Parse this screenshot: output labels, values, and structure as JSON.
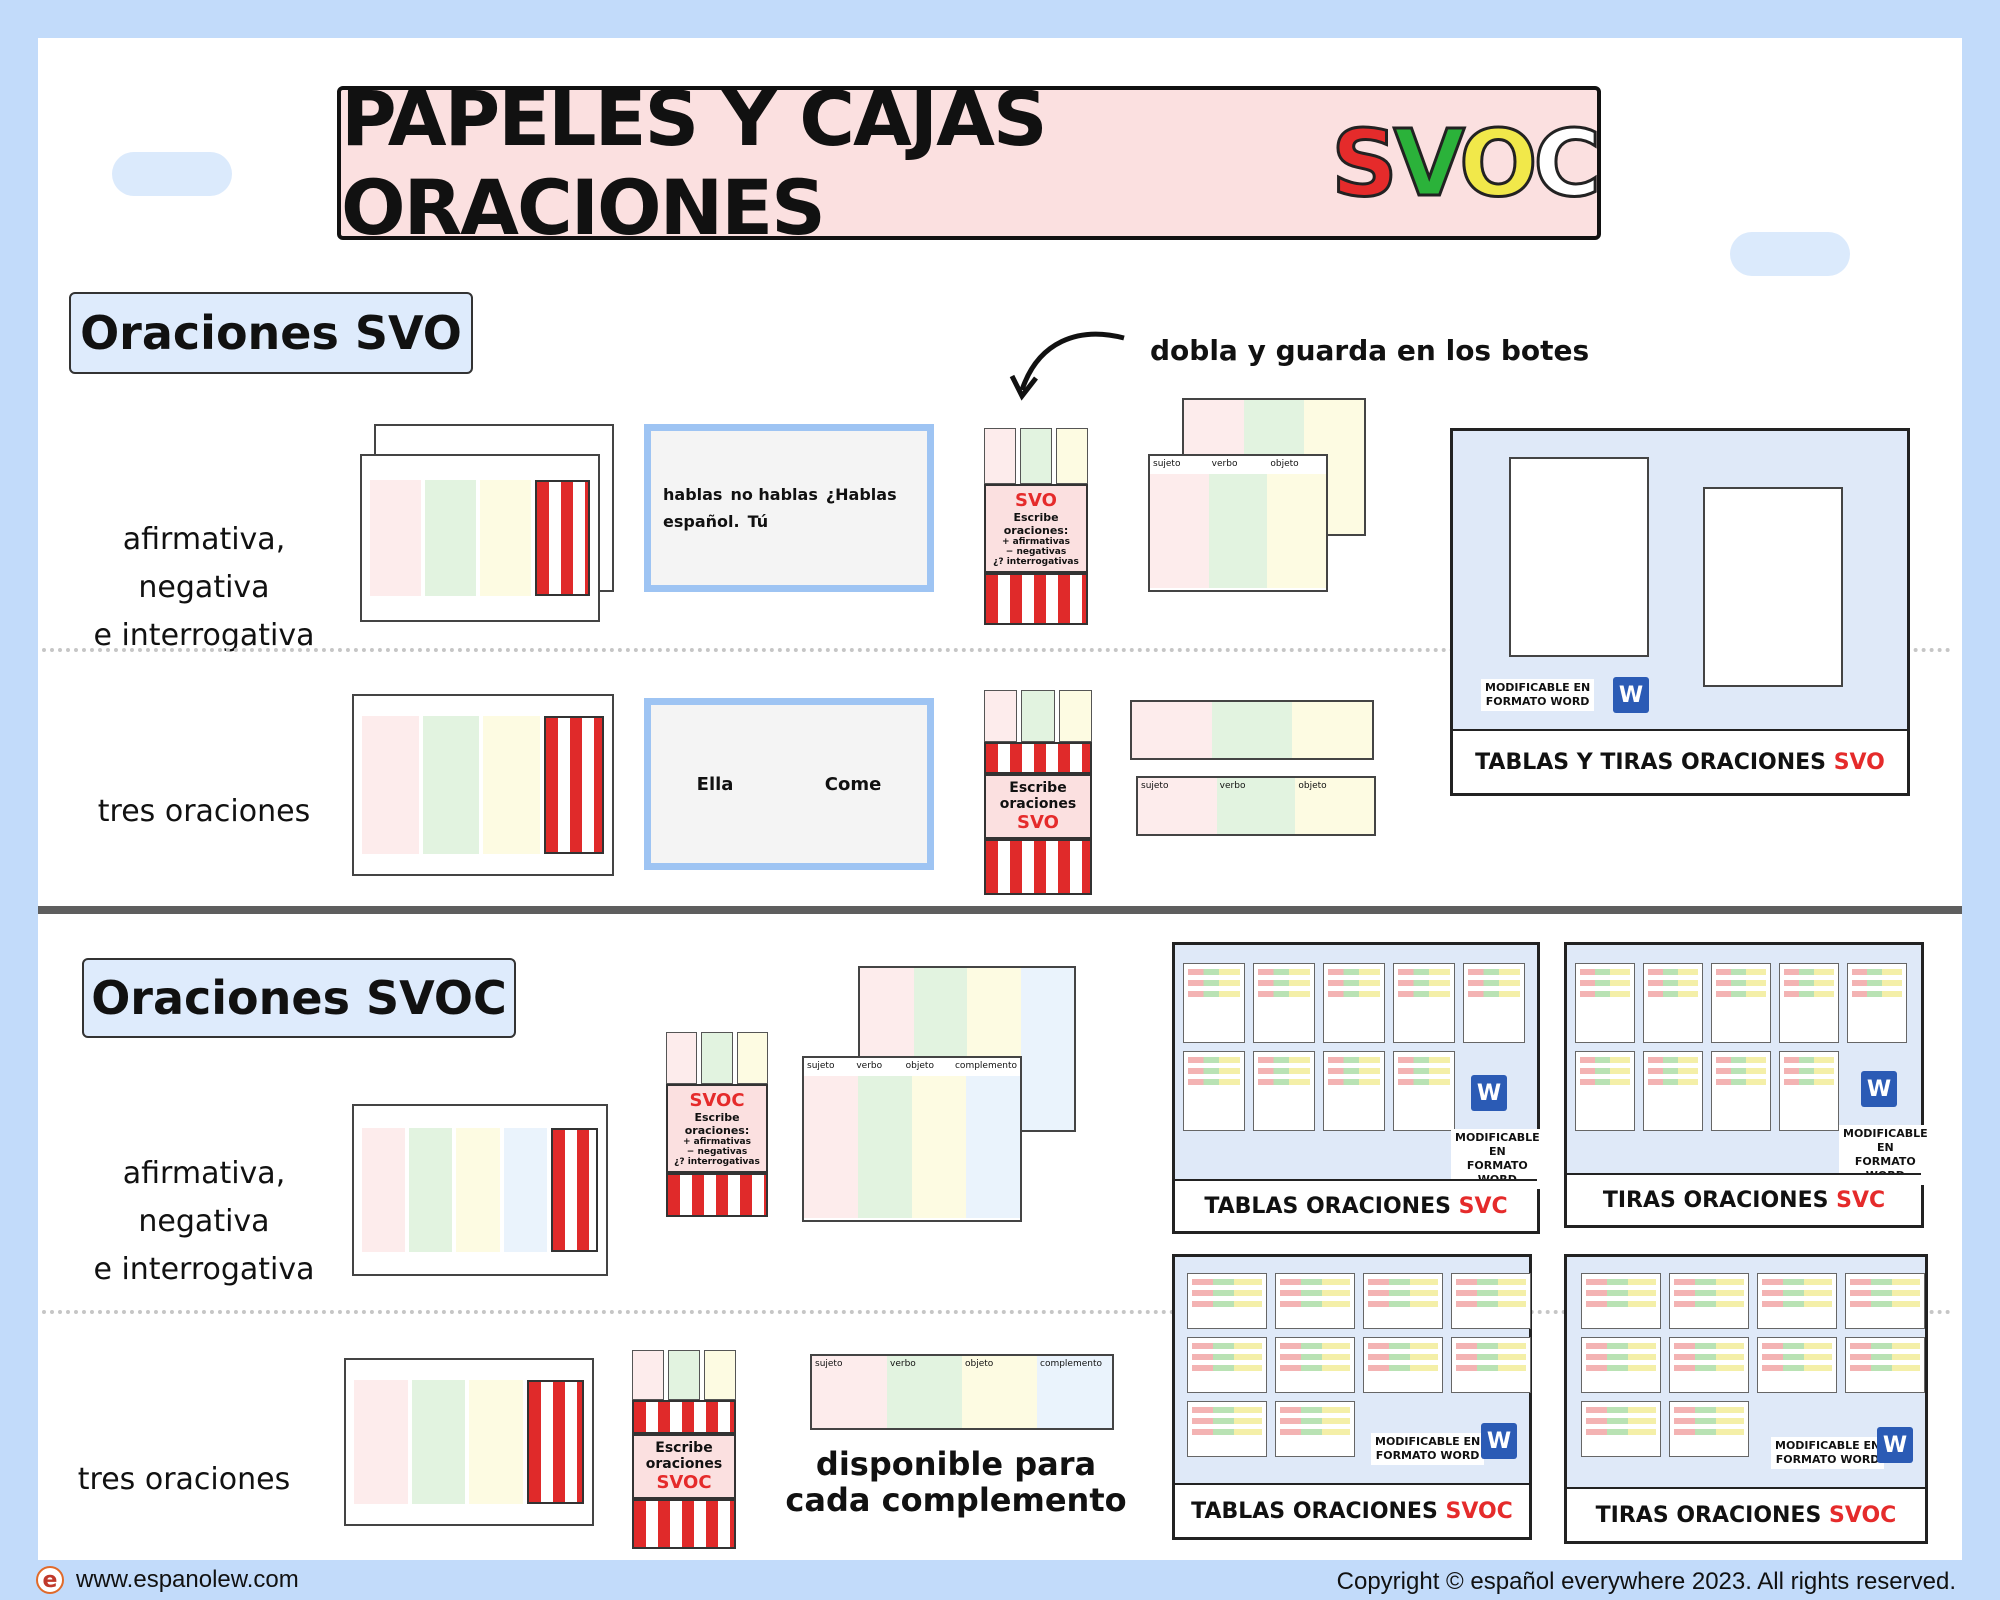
{
  "title": {
    "main": "PAPELES Y CAJAS ORACIONES",
    "letters": [
      {
        "char": "S",
        "color": "#e52b2b"
      },
      {
        "char": "V",
        "color": "#2bb23a"
      },
      {
        "char": "O",
        "color": "#f1e84a"
      },
      {
        "char": "C",
        "color": "#ffffff"
      }
    ]
  },
  "svo": {
    "label": "Oraciones SVO",
    "row1_label_l1": "afirmativa, negativa",
    "row1_label_l2": "e interrogativa",
    "row2_label": "tres oraciones",
    "annotation": "dobla y guarda en los botes",
    "bucket_brand": "SVO",
    "bucket_text": "Escribe oraciones:",
    "bucket_items": [
      "+ afirmativas",
      "− negativas",
      "¿? interrogativas"
    ],
    "bucket2_text": "Escribe oraciones",
    "strip_labels": [
      "sujeto",
      "verbo",
      "objeto"
    ],
    "photo_words": [
      "hablas",
      "no hablas",
      "¿Hablas",
      "español.",
      "Tú",
      "Ella",
      "Come"
    ],
    "promo_title": "TABLAS Y TIRAS ORACIONES",
    "promo_brand": "SVO",
    "mod_l1": "MODIFICABLE EN",
    "mod_l2": "FORMATO WORD"
  },
  "svoc": {
    "label": "Oraciones SVOC",
    "row1_label_l1": "afirmativa, negativa",
    "row1_label_l2": "e interrogativa",
    "row2_label": "tres oraciones",
    "bucket_brand": "SVOC",
    "bucket_text": "Escribe oraciones:",
    "bucket_items": [
      "+ afirmativas",
      "− negativas",
      "¿? interrogativas"
    ],
    "bucket2_text": "Escribe oraciones",
    "strip_labels": [
      "sujeto",
      "verbo",
      "objeto",
      "complemento"
    ],
    "available_l1": "disponible para",
    "available_l2": "cada complemento",
    "promo1_title": "TABLAS ORACIONES",
    "promo1_brand": "SVC",
    "promo2_title": "TIRAS ORACIONES",
    "promo2_brand": "SVC",
    "promo3_title": "TABLAS ORACIONES",
    "promo3_brand": "SVOC",
    "promo4_title": "TIRAS ORACIONES",
    "promo4_brand": "SVOC",
    "mod_l1": "MODIFICABLE EN",
    "mod_l2": "FORMATO WORD"
  },
  "footer": {
    "website": "www.espanolew.com",
    "copyright": "Copyright © español everywhere 2023. All rights reserved."
  },
  "colors": {
    "background": "#c2dbfa",
    "label_fill": "#deebfc",
    "title_fill": "#fbe0e0",
    "divider": "#5e5e5e"
  }
}
